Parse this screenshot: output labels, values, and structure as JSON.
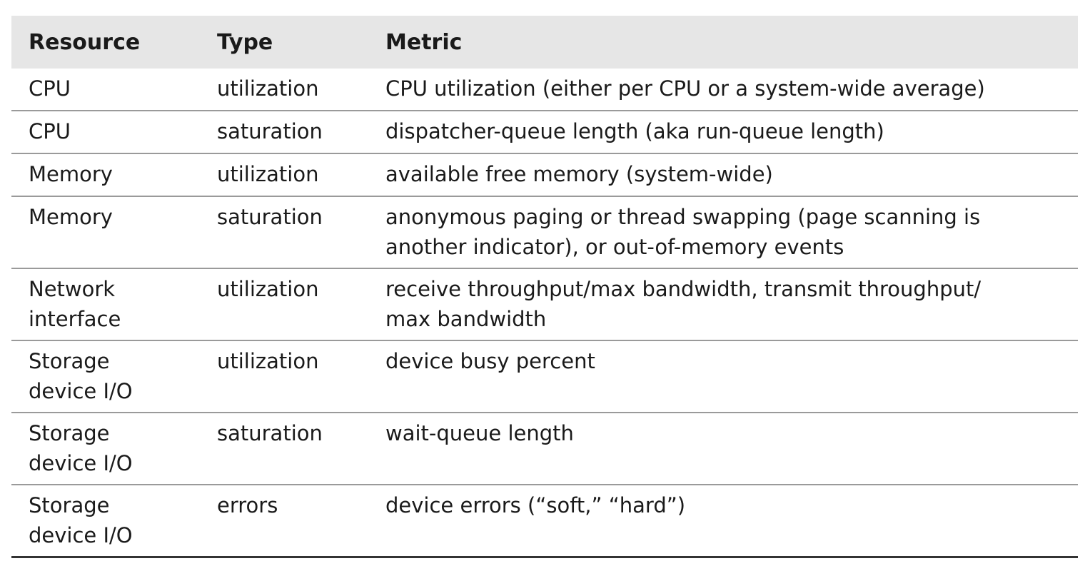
{
  "table": {
    "headers": {
      "resource": "Resource",
      "type": "Type",
      "metric": "Metric"
    },
    "rows": [
      {
        "resource": "CPU",
        "type": "utilization",
        "metric": "CPU utilization (either per CPU or a system-wide average)"
      },
      {
        "resource": "CPU",
        "type": "saturation",
        "metric": "dispatcher-queue length (aka run-queue length)"
      },
      {
        "resource": "Memory",
        "type": "utilization",
        "metric": "available free memory (system-wide)"
      },
      {
        "resource": "Memory",
        "type": "saturation",
        "metric": "anonymous paging or thread swapping (page scanning is\nanother indicator), or out-of-memory events"
      },
      {
        "resource": "Network\ninterface",
        "type": "utilization",
        "metric": "receive throughput/max bandwidth, transmit throughput/\nmax bandwidth"
      },
      {
        "resource": "Storage\ndevice I/O",
        "type": "utilization",
        "metric": "device busy percent"
      },
      {
        "resource": "Storage\ndevice I/O",
        "type": "saturation",
        "metric": "wait-queue length"
      },
      {
        "resource": "Storage\ndevice I/O",
        "type": "errors",
        "metric": "device errors (“soft,” “hard”)"
      }
    ]
  }
}
